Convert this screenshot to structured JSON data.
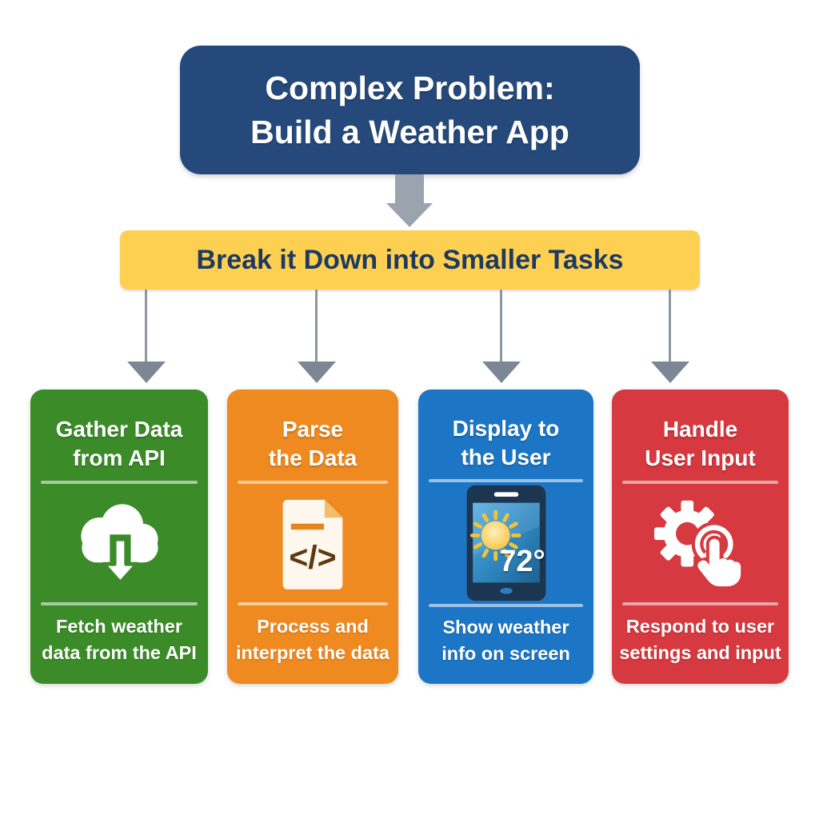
{
  "top_box": {
    "line1": "Complex Problem:",
    "line2": "Build a Weather App"
  },
  "banner": {
    "label": "Break it Down into Smaller Tasks"
  },
  "tasks": [
    {
      "title_line1": "Gather Data",
      "title_line2": "from API",
      "icon": "cloud-download-icon",
      "subtitle_line1": "Fetch weather",
      "subtitle_line2": "data from the API"
    },
    {
      "title_line1": "Parse",
      "title_line2": "the Data",
      "icon": "code-document-icon",
      "code_glyph": "</>",
      "subtitle_line1": "Process and",
      "subtitle_line2": "interpret the data"
    },
    {
      "title_line1": "Display to",
      "title_line2": "the User",
      "icon": "phone-weather-icon",
      "phone_temp": "72°",
      "subtitle_line1": "Show weather",
      "subtitle_line2": "info on screen"
    },
    {
      "title_line1": "Handle",
      "title_line2": "User Input",
      "icon": "gear-tap-icon",
      "subtitle_line1": "Respond to user",
      "subtitle_line2": "settings and input"
    }
  ],
  "colors": {
    "top_box_bg": "#26497b",
    "banner_bg": "#fdd051",
    "banner_text": "#1e3a5f",
    "arrow_gray": "#9aa3ae",
    "card_green": "#3b8c28",
    "card_orange": "#ee8a1f",
    "card_blue": "#1d76c5",
    "card_red": "#d6393f",
    "text_white": "#ffffff"
  }
}
